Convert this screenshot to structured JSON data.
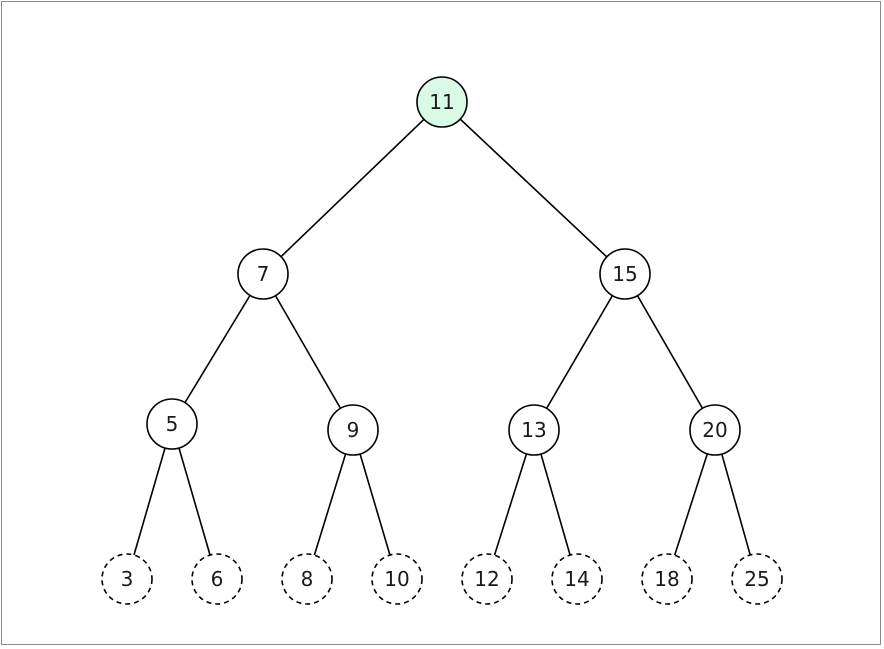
{
  "colors": {
    "root_fill": "#d9fbe5",
    "node_fill": "#ffffff",
    "stroke": "#000000",
    "leaf_stroke_style": "dashed"
  },
  "tree": {
    "root": {
      "id": "n11",
      "label": "11",
      "highlighted": true
    },
    "nodes": [
      {
        "id": "n11",
        "label": "11",
        "kind": "root"
      },
      {
        "id": "n7",
        "label": "7",
        "kind": "internal"
      },
      {
        "id": "n15",
        "label": "15",
        "kind": "internal"
      },
      {
        "id": "n5",
        "label": "5",
        "kind": "internal"
      },
      {
        "id": "n9",
        "label": "9",
        "kind": "internal"
      },
      {
        "id": "n13",
        "label": "13",
        "kind": "internal"
      },
      {
        "id": "n20",
        "label": "20",
        "kind": "internal"
      },
      {
        "id": "n3",
        "label": "3",
        "kind": "leaf"
      },
      {
        "id": "n6",
        "label": "6",
        "kind": "leaf"
      },
      {
        "id": "n8",
        "label": "8",
        "kind": "leaf"
      },
      {
        "id": "n10",
        "label": "10",
        "kind": "leaf"
      },
      {
        "id": "n12",
        "label": "12",
        "kind": "leaf"
      },
      {
        "id": "n14",
        "label": "14",
        "kind": "leaf"
      },
      {
        "id": "n18",
        "label": "18",
        "kind": "leaf"
      },
      {
        "id": "n25",
        "label": "25",
        "kind": "leaf"
      }
    ],
    "edges": [
      [
        "n11",
        "n7"
      ],
      [
        "n11",
        "n15"
      ],
      [
        "n7",
        "n5"
      ],
      [
        "n7",
        "n9"
      ],
      [
        "n15",
        "n13"
      ],
      [
        "n15",
        "n20"
      ],
      [
        "n5",
        "n3"
      ],
      [
        "n5",
        "n6"
      ],
      [
        "n9",
        "n8"
      ],
      [
        "n9",
        "n10"
      ],
      [
        "n13",
        "n12"
      ],
      [
        "n13",
        "n14"
      ],
      [
        "n20",
        "n18"
      ],
      [
        "n20",
        "n25"
      ]
    ]
  }
}
